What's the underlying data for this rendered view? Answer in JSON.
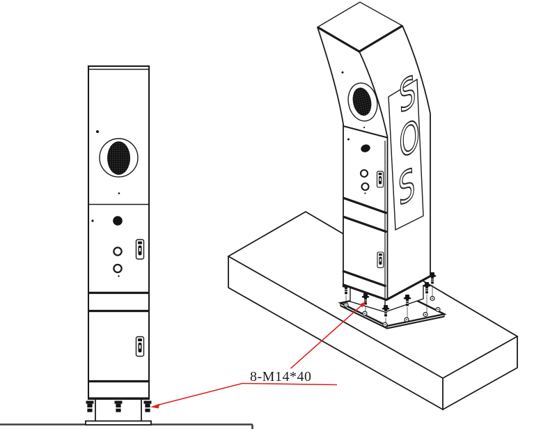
{
  "annotation": {
    "label": "8-M14*40"
  },
  "sos_sign": {
    "letters": [
      "S",
      "O",
      "S"
    ]
  },
  "colors": {
    "line": "#1a1a1a",
    "leader_red": "#e02020",
    "background": "#ffffff",
    "ground_gray": "#3d3d3d"
  },
  "icons": {
    "speaker": "speaker-grille-icon",
    "microphone": "microphone-hole-icon",
    "call_button": "call-button-icon",
    "door_handle": "door-handle-icon",
    "anchor_bolt": "anchor-bolt-icon",
    "bolt_hole": "bolt-hole-icon"
  }
}
